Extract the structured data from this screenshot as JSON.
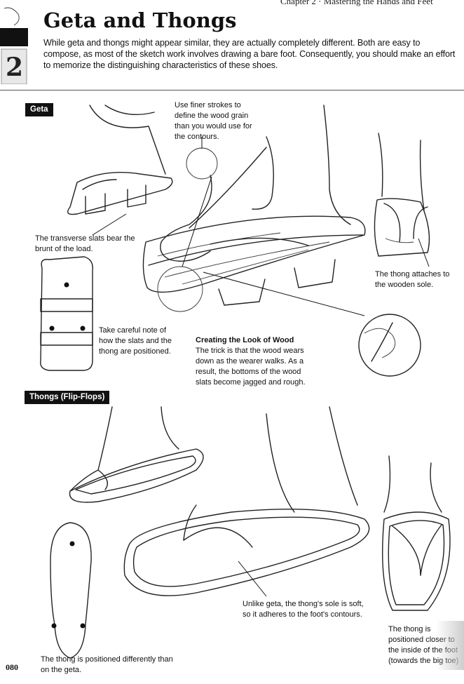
{
  "header": {
    "chapter_running_head": "Chapter 2 · Mastering the Hands and Feet",
    "chapter_number": "2"
  },
  "title": "Geta and Thongs",
  "intro": "While geta and thongs might appear similar, they are actually completely different. Both are easy to compose, as most of the sketch work involves drawing a bare foot. Consequently, you should make an effort to memorize the distinguishing characteristics of these shoes.",
  "geta": {
    "label": "Geta",
    "notes": {
      "wood_grain": "Use finer strokes to define the wood grain than you would use for the contours.",
      "slats": "The transverse slats bear the brunt of the load.",
      "placement": "Take careful note of how the slats and the thong are positioned.",
      "attach": "The thong attaches to the wooden sole.",
      "wood_title": "Creating the Look of Wood",
      "wood_body": "The trick is that the wood wears down as the wearer walks. As a result, the bottoms of the wood slats become jagged and rough."
    }
  },
  "thongs": {
    "label": "Thongs (Flip-Flops)",
    "notes": {
      "soft": "Unlike geta, the thong's sole is soft, so it adheres to the foot's contours.",
      "positioned": "The thong is positioned differently than on the geta.",
      "closer": "The thong is positioned closer to the inside of the foot (towards the big toe) than that on a geta."
    }
  },
  "page_number": "080"
}
